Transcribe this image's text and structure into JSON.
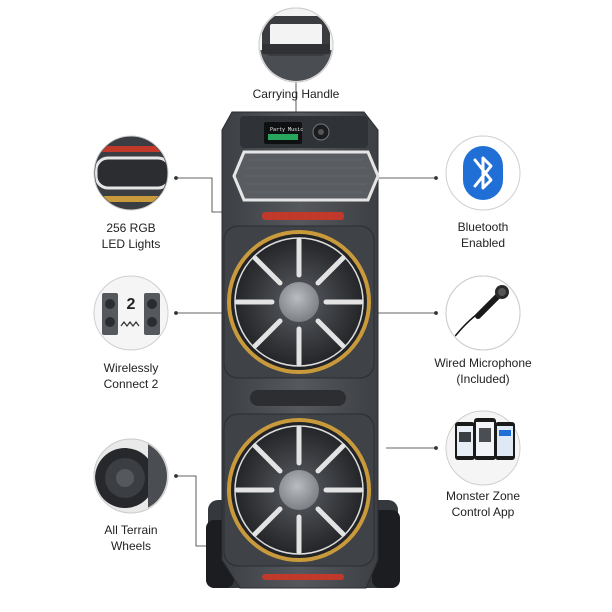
{
  "product_image": "party-speaker-tower",
  "features": [
    {
      "id": "handle",
      "label": "Carrying Handle",
      "icon": "handle-closeup-icon"
    },
    {
      "id": "led",
      "label": "256 RGB\nLED Lights",
      "icon": "led-closeup-icon"
    },
    {
      "id": "wireless",
      "label": "Wirelessly\nConnect 2",
      "icon": "two-speakers-icon",
      "icon_text": "2"
    },
    {
      "id": "wheels",
      "label": "All Terrain\nWheels",
      "icon": "wheel-closeup-icon"
    },
    {
      "id": "bluetooth",
      "label": "Bluetooth\nEnabled",
      "icon": "bluetooth-icon"
    },
    {
      "id": "mic",
      "label": "Wired Microphone\n(Included)",
      "icon": "microphone-icon"
    },
    {
      "id": "app",
      "label": "Monster Zone\nControl App",
      "icon": "phones-app-icon"
    }
  ],
  "colors": {
    "speaker_body": "#4a4d52",
    "speaker_dark": "#2e3034",
    "gold_ring": "#c99a3c",
    "accent_red": "#c0392b",
    "bluetooth_blue": "#1f6fd6"
  }
}
